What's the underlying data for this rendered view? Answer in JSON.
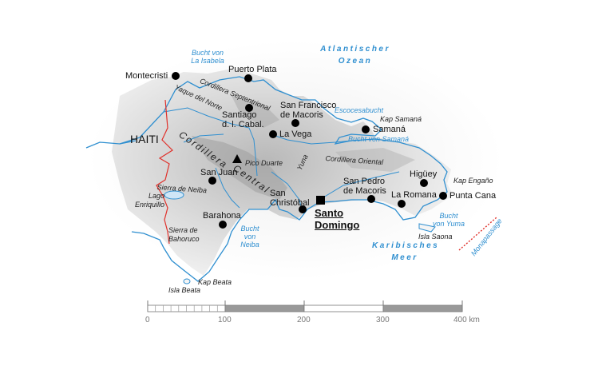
{
  "map": {
    "country": "HAITI",
    "oceans": {
      "north_line1": "Atlantischer",
      "north_line2": "Ozean",
      "south_line1": "Karibisches",
      "south_line2": "Meer"
    },
    "water_bodies": {
      "isabela_1": "Bucht von",
      "isabela_2": "La Isabela",
      "escocesa": "Escocesabucht",
      "samana_bay": "Bucht von Samaná",
      "neiba_1": "Bucht",
      "neiba_2": "von",
      "neiba_3": "Neiba",
      "yuma_1": "Bucht",
      "yuma_2": "von Yuma",
      "mona": "Monapassage",
      "lago_1": "Lago",
      "lago_2": "Enriquillo"
    },
    "rivers": {
      "yaque": "Yaque del Norte",
      "yuna": "Yuna"
    },
    "mountains": {
      "septentrional": "Cordillera Septentrional",
      "central_1": "Cordillera",
      "central_2": "Central",
      "oriental": "Cordillera Oriental",
      "neiba": "Sierra de Neiba",
      "bahoruco_1": "Sierra de",
      "bahoruco_2": "Bahoruco",
      "pico": "Pico Duarte"
    },
    "capes_islands": {
      "kap_samana": "Kap Samaná",
      "kap_engano": "Kap Engaño",
      "kap_beata": "Kap Beata",
      "isla_beata": "Isla Beata",
      "isla_saona": "Isla Saona"
    },
    "cities": {
      "montecristi": "Montecristi",
      "puerto_plata": "Puerto Plata",
      "santiago_1": "Santiago",
      "santiago_2": "d. l. Cabal.",
      "sfm_1": "San Francisco",
      "sfm_2": "de Macoris",
      "la_vega": "La Vega",
      "samana": "Samaná",
      "san_juan": "San Juan",
      "san_cristobal_1": "San",
      "san_cristobal_2": "Christóbal",
      "barahona": "Barahona",
      "spm_1": "San Pedro",
      "spm_2": "de Macoris",
      "la_romana": "La Romana",
      "higuey": "Higüey",
      "punta_cana": "Punta Cana"
    },
    "capital_1": "Santo",
    "capital_2": "Domingo",
    "colors": {
      "water": "#2f8fd0",
      "border": "#e0302a",
      "scale_dark": "#999999"
    }
  },
  "scale": {
    "ticks": [
      "0",
      "100",
      "200",
      "300",
      "400 km"
    ]
  }
}
